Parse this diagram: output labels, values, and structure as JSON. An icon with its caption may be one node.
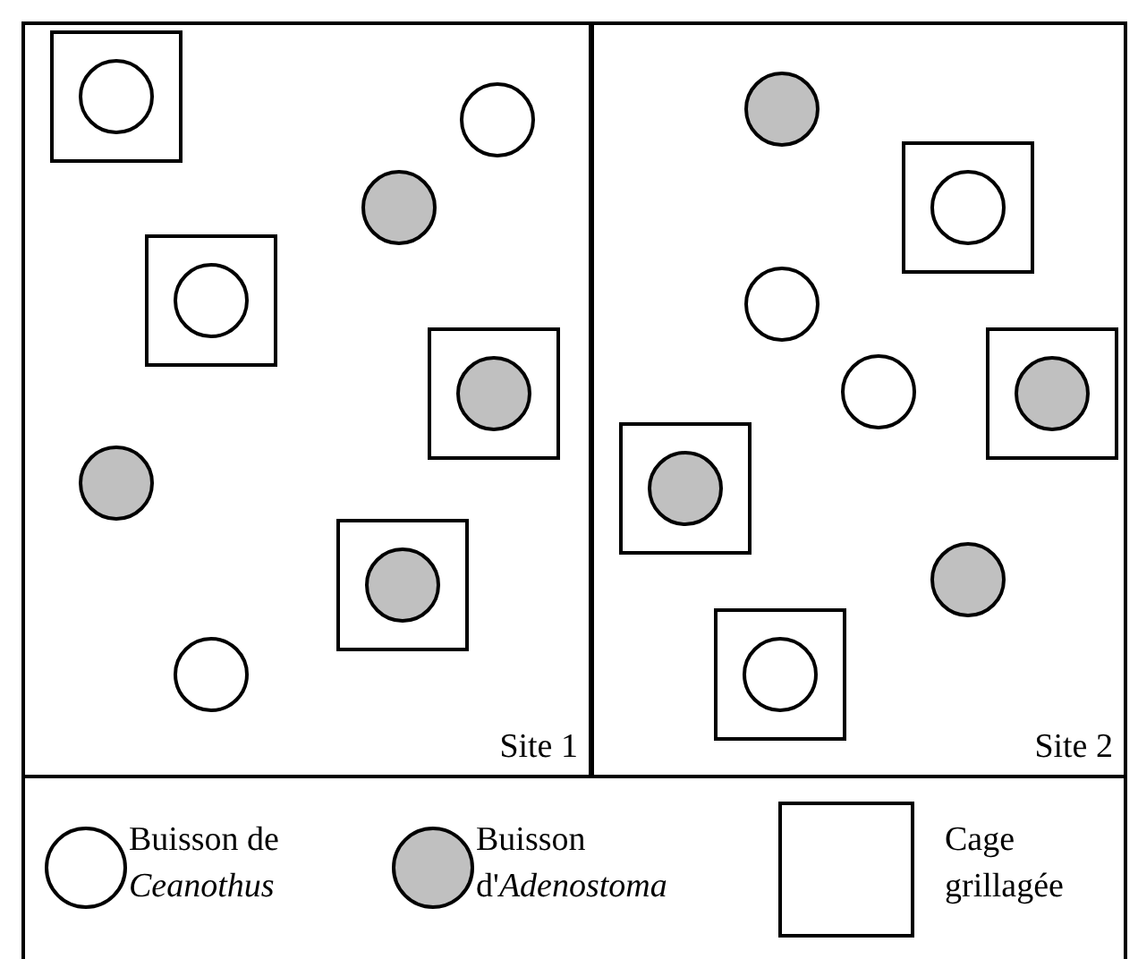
{
  "diagram": {
    "nodes": [
      {
        "text": [
          "Site 1"
        ]
      },
      {
        "text": [],
        "shape": "box",
        "in": 0
      },
      {
        "text": [],
        "shape": "circle",
        "in": 1
      },
      {
        "text": [],
        "shape": "circle",
        "in": 0
      },
      {
        "text": [],
        "shape": "circle",
        "in": 0
      },
      {
        "text": [],
        "shape": "box",
        "in": 0
      },
      {
        "text": [],
        "shape": "circle",
        "in": 5
      },
      {
        "text": [],
        "shape": "box",
        "in": 0
      },
      {
        "text": [],
        "shape": "circle",
        "in": 7
      },
      {
        "text": [],
        "shape": "circle",
        "in": 0
      },
      {
        "text": [],
        "shape": "box",
        "in": 0
      },
      {
        "text": [],
        "shape": "circle",
        "in": 10
      },
      {
        "text": [],
        "shape": "circle",
        "in": 0
      },
      {
        "text": [
          "Site 2"
        ]
      },
      {
        "text": [],
        "shape": "circle",
        "in": 13
      },
      {
        "text": [],
        "shape": "box",
        "in": 13
      },
      {
        "text": [],
        "shape": "circle",
        "in": 15
      },
      {
        "text": [],
        "shape": "circle",
        "in": 13
      },
      {
        "text": [],
        "shape": "circle",
        "in": 13
      },
      {
        "text": [],
        "shape": "box",
        "in": 13
      },
      {
        "text": [],
        "shape": "circle",
        "in": 19
      },
      {
        "text": [],
        "shape": "box",
        "in": 13
      },
      {
        "text": [],
        "shape": "circle",
        "in": 21
      },
      {
        "text": [],
        "shape": "circle",
        "in": 13
      },
      {
        "text": [],
        "shape": "box",
        "in": 13
      },
      {
        "text": [],
        "shape": "circle",
        "in": 24
      }
    ],
    "legend": [
      {
        "text": "Buisson de *Ceanothus*",
        "color": "#ffffff"
      },
      {
        "text": "Buisson d'*Adenostoma*",
        "color": "#c0c0c0"
      },
      {
        "text": "Cage grillagée"
      }
    ]
  }
}
